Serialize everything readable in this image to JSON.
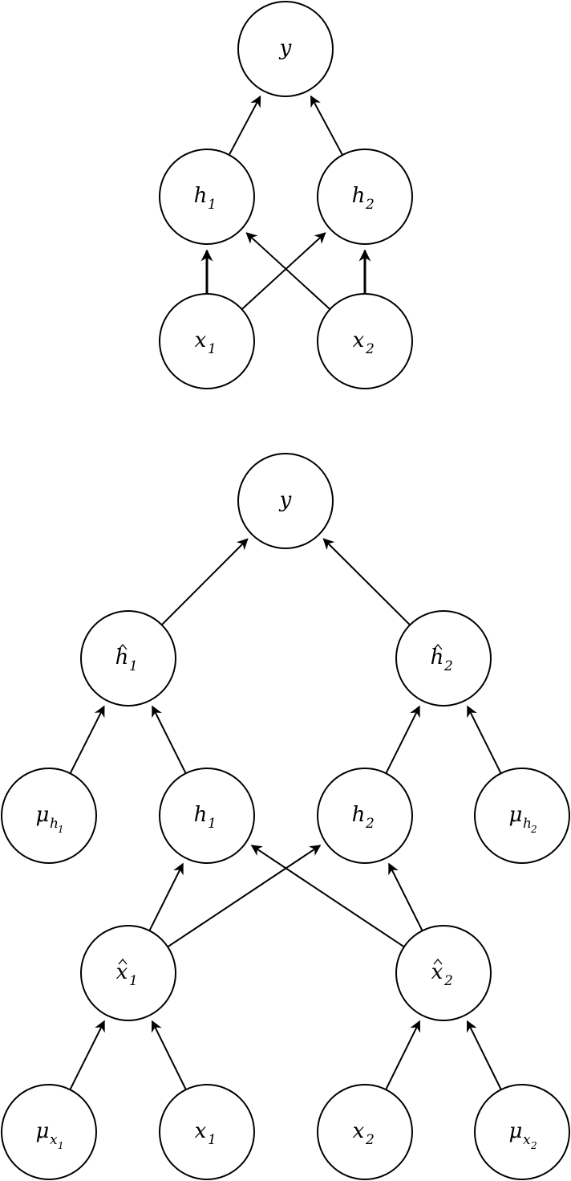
{
  "top_graph": {
    "nodes": {
      "y": {
        "base": "y",
        "sub": ""
      },
      "h1": {
        "base": "h",
        "sub": "1"
      },
      "h2": {
        "base": "h",
        "sub": "2"
      },
      "x1": {
        "base": "x",
        "sub": "1"
      },
      "x2": {
        "base": "x",
        "sub": "2"
      }
    }
  },
  "bottom_graph": {
    "nodes": {
      "y": {
        "base": "y",
        "sub": ""
      },
      "h1hat": {
        "base": "h",
        "sub": "1",
        "hat": true
      },
      "h2hat": {
        "base": "h",
        "sub": "2",
        "hat": true
      },
      "mu_h1": {
        "base": "μ",
        "sub": "h",
        "subsub": "1"
      },
      "h1": {
        "base": "h",
        "sub": "1"
      },
      "h2": {
        "base": "h",
        "sub": "2"
      },
      "mu_h2": {
        "base": "μ",
        "sub": "h",
        "subsub": "2"
      },
      "x1hat": {
        "base": "x",
        "sub": "1",
        "hat": true
      },
      "x2hat": {
        "base": "x",
        "sub": "2",
        "hat": true
      },
      "mu_x1": {
        "base": "μ",
        "sub": "x",
        "subsub": "1"
      },
      "x1": {
        "base": "x",
        "sub": "1"
      },
      "x2": {
        "base": "x",
        "sub": "2"
      },
      "mu_x2": {
        "base": "μ",
        "sub": "x",
        "subsub": "2"
      }
    }
  }
}
